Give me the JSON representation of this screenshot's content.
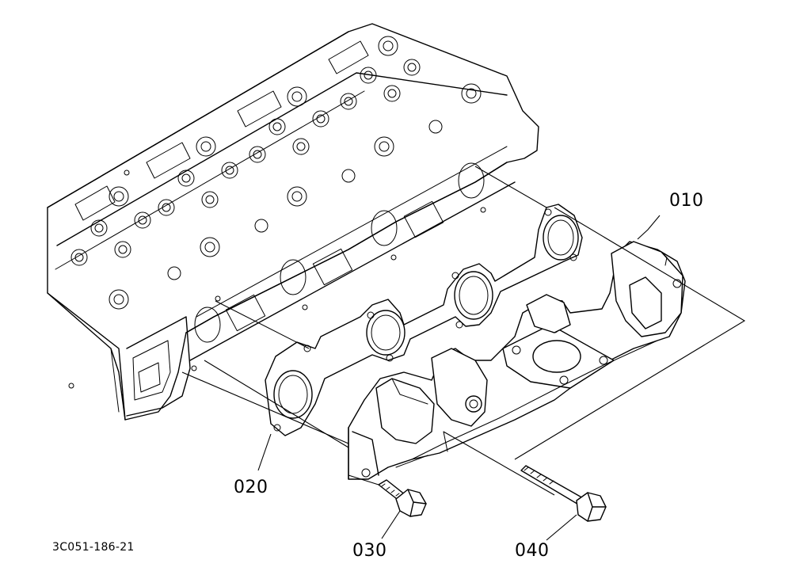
{
  "figure_id": "3C051-186-21",
  "callouts": {
    "exhaust_manifold": "010",
    "gasket": "020",
    "short_bolt": "030",
    "long_bolt": "040"
  }
}
